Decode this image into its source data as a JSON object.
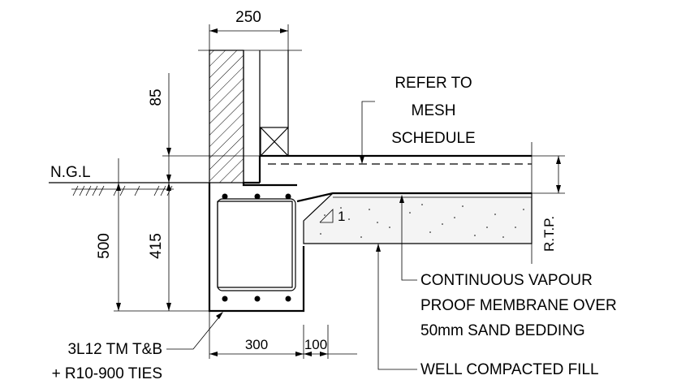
{
  "dimensions": {
    "wall_width": "250",
    "wall_above_slab": "85",
    "total_depth": "500",
    "beam_depth": "415",
    "beam_width": "300",
    "extension": "100"
  },
  "labels": {
    "ngl": "N.G.L",
    "rtp": "R.T.P.",
    "mesh_note": [
      "REFER TO",
      "MESH",
      "SCHEDULE"
    ],
    "membrane_note": [
      "CONTINUOUS VAPOUR",
      "PROOF MEMBRANE OVER",
      "50mm SAND BEDDING"
    ],
    "fill_note": "WELL COMPACTED FILL",
    "reinforcement_note": [
      "3L12 TM T&B",
      "+ R10-900 TIES"
    ],
    "slope_label": "1"
  }
}
